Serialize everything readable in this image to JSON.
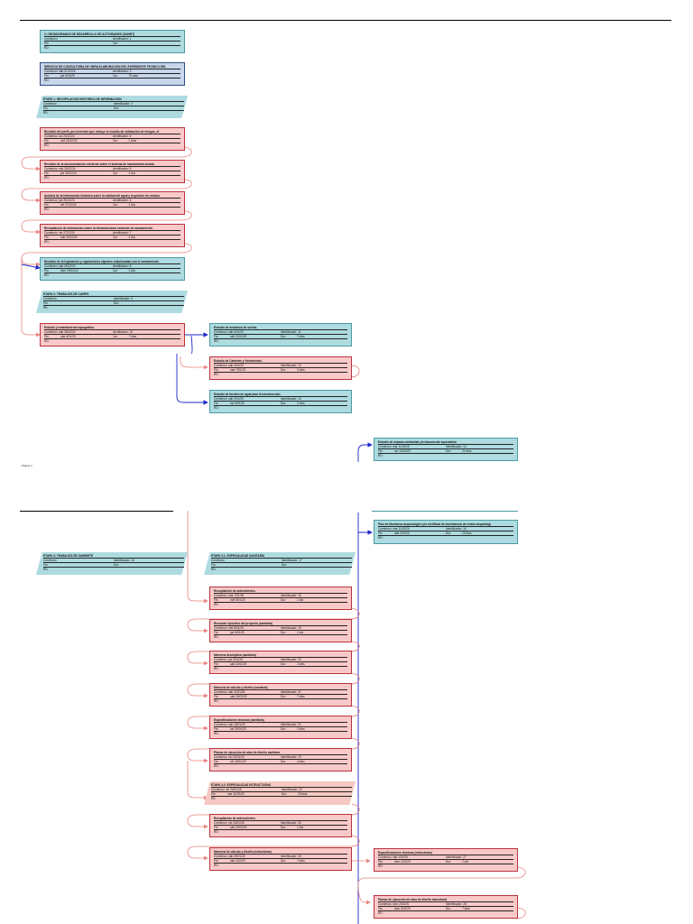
{
  "pages": [
    {
      "label": "Página 1"
    }
  ],
  "labels": {
    "comienzo": "Comienzo:",
    "fin": "Fin:",
    "id": "Identificador:",
    "dur": "Dur:",
    "rd": "RD:"
  },
  "nodes": [
    {
      "key": "n1",
      "style": "summary",
      "title": "3. CRONOGRAMAS DE DESARROLLO DE ACTIVIDADES (GANNT)",
      "start": "",
      "end": "",
      "ident": "Identificador: 1",
      "dur": ""
    },
    {
      "key": "n2",
      "style": "project",
      "title": "SERVICIO DE CONSULTORIA DE OBRA ELABORACION DEL EXPEDIENTE TECNICO DEL",
      "start": "Comienzo: sáb 21/12/24",
      "end": "jue 6/03/25",
      "ident": "Identificador: 2",
      "dur": "75 días"
    },
    {
      "key": "n3",
      "style": "para",
      "title": "ETAPA 1: RECOPILACION HISTORICA DE INFORMACION",
      "start": "",
      "end": "",
      "ident": "Identificador: 3",
      "dur": ""
    },
    {
      "key": "n4",
      "style": "task",
      "title": "Revisión del perfil, pre-Inversión que incluye el estudio de estimación de riesgos, et",
      "start": "Comienzo: lun 23/12/24",
      "end": "mié 25/12/24",
      "ident": "Identificador: 4",
      "dur": "2 días"
    },
    {
      "key": "n5",
      "style": "task",
      "title": "Revisión de la documentación existente sobre el sistema de saneamiento actual.",
      "start": "Comienzo: mié 25/12/24",
      "end": "jue 26/12/24",
      "ident": "Identificador: 5",
      "dur": "1 día"
    },
    {
      "key": "n6",
      "style": "task",
      "title": "Análisis de la información histórica sobre la calidad del agua y la gestión de residuo",
      "start": "Comienzo: jue 26/12/24",
      "end": "vie 27/12/24",
      "ident": "Identificador: 6",
      "dur": "1 día"
    },
    {
      "key": "n7",
      "style": "task",
      "title": "Recopilación de información sobre la infraestructura existente de saneamiento.",
      "start": "Comienzo: vie 27/12/24",
      "end": "sáb 28/12/24",
      "ident": "Identificador: 7",
      "dur": "1 día"
    },
    {
      "key": "n8",
      "style": "summary",
      "title": "Revisión de la legislación y regulaciones vigentes relacionadas con el saneamiento.",
      "start": "Comienzo: sáb 28/12/24",
      "end": "dom 29/12/24",
      "ident": "Identificador: 8",
      "dur": "1 día"
    },
    {
      "key": "n9",
      "style": "para",
      "title": "ETAPA 2: TRABAJOS DE CAMPO",
      "start": "",
      "end": "",
      "ident": "Identificador: 9",
      "dur": ""
    },
    {
      "key": "n10",
      "style": "task",
      "title": "Estudio y levantamiento topográfico.",
      "start": "Comienzo: sáb 28/12/24",
      "end": "sáb 4/01/25",
      "ident": "Identificador: 10",
      "dur": "7 días"
    },
    {
      "key": "n11",
      "style": "summary",
      "title": "Estudio de mecánica de suelos.",
      "start": "Comienzo: sáb 4/01/25",
      "end": "sáb 11/01/25",
      "ident": "Identificador: 11",
      "dur": "7 días"
    },
    {
      "key": "n12",
      "style": "task",
      "title": "Estudio de Canteras y Yacimientos.",
      "start": "Comienzo: sáb 4/01/25",
      "end": "mar 7/01/25",
      "ident": "Identificador: 12",
      "dur": "3 días"
    },
    {
      "key": "n13",
      "style": "summary",
      "title": "Estudio de fuentes de agua para la construcción.",
      "start": "Comienzo: sáb 4/01/25",
      "end": "lun 6/01/25",
      "ident": "Identificador: 13",
      "dur": "2 días"
    },
    {
      "key": "n14",
      "style": "summary",
      "title": "Estudio de impacto ambiental y/o documento equivalente",
      "start": "Comienzo: mar 11/02/25",
      "end": "lun 10/03/25",
      "ident": "Identificador: 14",
      "dur": "20 días"
    },
    {
      "key": "n15",
      "style": "summary",
      "title": "Plan de Monitoreo arqueológico y/o certificad de inexistencia de restos arqueológi",
      "start": "Comienzo: mar 11/02/25",
      "end": "sáb 1/03/25",
      "ident": "Identificador: 15",
      "dur": "15 días"
    },
    {
      "key": "n16",
      "style": "para",
      "title": "ETAPA 3: TRABAJOS DE GABINETE",
      "start": "",
      "end": "",
      "ident": "Identificador: 16",
      "dur": ""
    },
    {
      "key": "n17",
      "style": "para",
      "title": "ETAPA 3.1: ESPECIALIDAD SANITARIA",
      "start": "",
      "end": "",
      "ident": "Identificador: 17",
      "dur": ""
    },
    {
      "key": "n18",
      "style": "task",
      "title": "Recopilación de antecedentes.",
      "start": "Comienzo: mar 7/01/25",
      "end": "mié 8/01/25",
      "ident": "Identificador: 18",
      "dur": "1 día"
    },
    {
      "key": "n19",
      "style": "task",
      "title": "Resumen ejecutivo del proyecto (sanitaria)",
      "start": "Comienzo: mié 8/01/25",
      "end": "jue 9/01/25",
      "ident": "Identificador: 19",
      "dur": "1 día"
    },
    {
      "key": "n20",
      "style": "task",
      "title": "Memoria descriptiva (sanitaria)",
      "start": "Comienzo: jue 9/01/25",
      "end": "sáb 11/01/25",
      "ident": "Identificador: 20",
      "dur": "2 días"
    },
    {
      "key": "n21",
      "style": "task",
      "title": "Memoria de cálculo y diseño (sanitaria)",
      "start": "Comienzo: sáb 11/01/25",
      "end": "sáb 18/01/25",
      "ident": "Identificador: 21",
      "dur": "7 días"
    },
    {
      "key": "n22",
      "style": "task",
      "title": "Especificaciones técnicas (sanitaria)",
      "start": "Comienzo: sáb 18/01/25",
      "end": "lun 20/01/25",
      "ident": "Identificador: 22",
      "dur": "2 días"
    },
    {
      "key": "n23",
      "style": "task",
      "title": "Planos de ejecución de obra de diseño sanitario.",
      "start": "Comienzo: lun 20/01/25",
      "end": "vie 24/01/25",
      "ident": "Identificador: 23",
      "dur": "4 días"
    },
    {
      "key": "n24",
      "style": "para-red",
      "title": "ETAPA 3.2: ESPECIALIDAD ESTRUCTURAS",
      "start": "Comienzo: vie 24/01/25",
      "end": "mar 11/02/25",
      "ident": "Identificador: 24",
      "dur": "18 días"
    },
    {
      "key": "n25",
      "style": "task",
      "title": "Recopilación de antecedentes.",
      "start": "Comienzo: vie 24/01/25",
      "end": "sáb 25/01/25",
      "ident": "Identificador: 25",
      "dur": "1 día"
    },
    {
      "key": "n26",
      "style": "task",
      "title": "Memoria de cálculo y diseño (estructuras)",
      "start": "Comienzo: sáb 25/01/25",
      "end": "sáb 1/02/25",
      "ident": "Identificador: 26",
      "dur": "7 días"
    },
    {
      "key": "n27",
      "style": "task",
      "title": "Especificaciones técnicas (estructuras)",
      "start": "Comienzo: sáb 1/02/25",
      "end": "dom 2/02/25",
      "ident": "Identificador: 27",
      "dur": "1 día"
    },
    {
      "key": "n28",
      "style": "task",
      "title": "Planos de ejecución de obra de diseño estructural",
      "start": "Comienzo: dom 2/02/25",
      "end": "dom 9/02/25",
      "ident": "Identificador: 28",
      "dur": "7 días"
    }
  ]
}
